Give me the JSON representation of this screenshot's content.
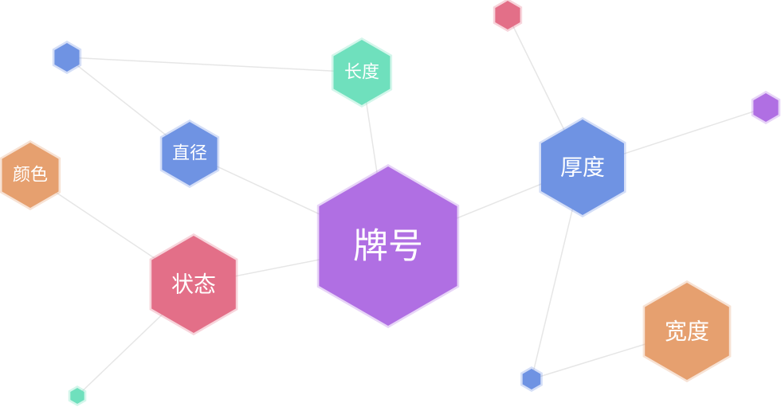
{
  "colors": {
    "purple": "#b06fe3",
    "blue": "#6f93e3",
    "green": "#6fe0bd",
    "pink": "#e36f88",
    "orange": "#e6a06f"
  },
  "nodes": [
    {
      "id": "paihao",
      "label": "牌号",
      "color": "purple"
    },
    {
      "id": "houdu",
      "label": "厚度",
      "color": "blue"
    },
    {
      "id": "zhuangtai",
      "label": "状态",
      "color": "pink"
    },
    {
      "id": "kuandu",
      "label": "宽度",
      "color": "orange"
    },
    {
      "id": "zhijing",
      "label": "直径",
      "color": "blue"
    },
    {
      "id": "changdu",
      "label": "长度",
      "color": "green"
    },
    {
      "id": "yanse",
      "label": "颜色",
      "color": "orange"
    },
    {
      "id": "dot-pink-top",
      "label": "",
      "color": "pink"
    },
    {
      "id": "dot-blue-topleft",
      "label": "",
      "color": "blue"
    },
    {
      "id": "dot-purple-right",
      "label": "",
      "color": "purple"
    },
    {
      "id": "dot-blue-bottom",
      "label": "",
      "color": "blue"
    },
    {
      "id": "dot-green-bottom",
      "label": "",
      "color": "green"
    }
  ],
  "edges": [
    [
      "paihao",
      "changdu"
    ],
    [
      "paihao",
      "zhijing"
    ],
    [
      "paihao",
      "zhuangtai"
    ],
    [
      "paihao",
      "houdu"
    ],
    [
      "zhijing",
      "dot-blue-topleft"
    ],
    [
      "dot-blue-topleft",
      "changdu"
    ],
    [
      "zhuangtai",
      "yanse"
    ],
    [
      "zhuangtai",
      "dot-green-bottom"
    ],
    [
      "houdu",
      "dot-pink-top"
    ],
    [
      "houdu",
      "dot-purple-right"
    ],
    [
      "houdu",
      "dot-blue-bottom"
    ],
    [
      "dot-blue-bottom",
      "kuandu"
    ]
  ]
}
